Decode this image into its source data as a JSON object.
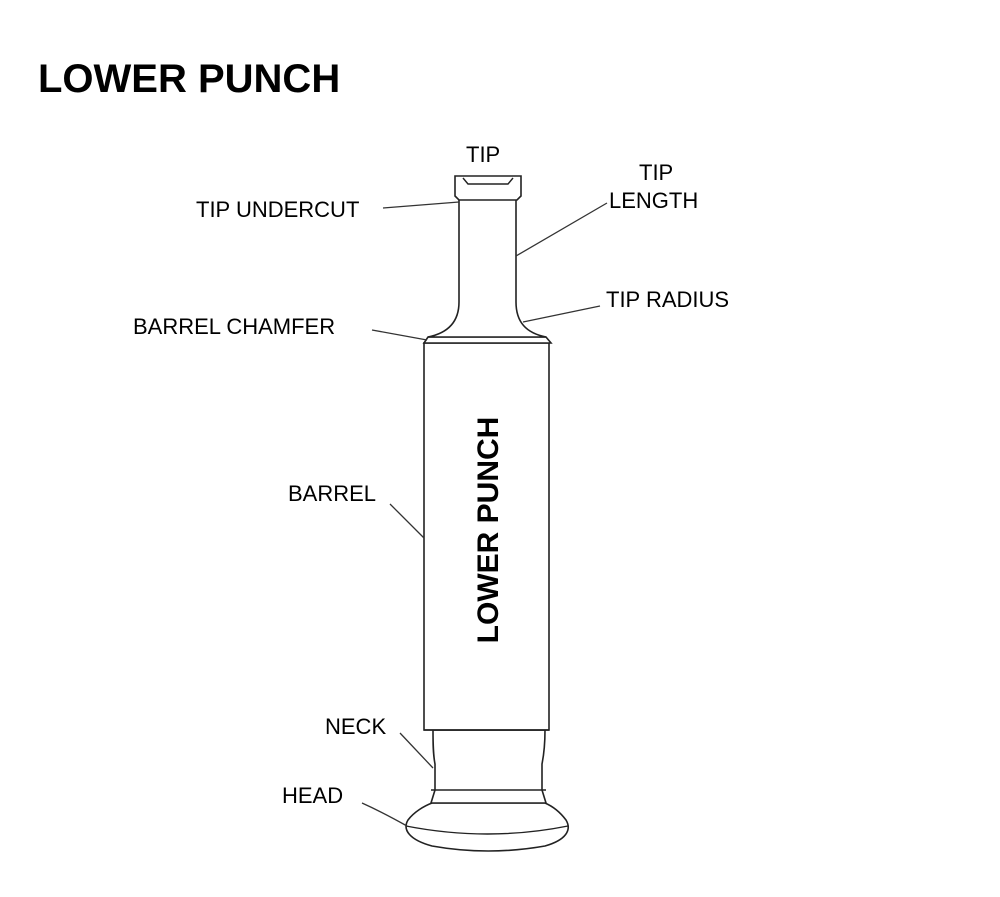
{
  "title": "LOWER PUNCH",
  "body_text": "LOWER PUNCH",
  "labels": {
    "tip": "TIP",
    "tip_undercut": "TIP UNDERCUT",
    "tip_length_line1": "TIP",
    "tip_length_line2": "LENGTH",
    "tip_radius": "TIP RADIUS",
    "barrel_chamfer": "BARREL CHAMFER",
    "barrel": "BARREL",
    "neck": "NECK",
    "head": "HEAD"
  },
  "colors": {
    "ink": "#000000",
    "background": "#ffffff"
  }
}
